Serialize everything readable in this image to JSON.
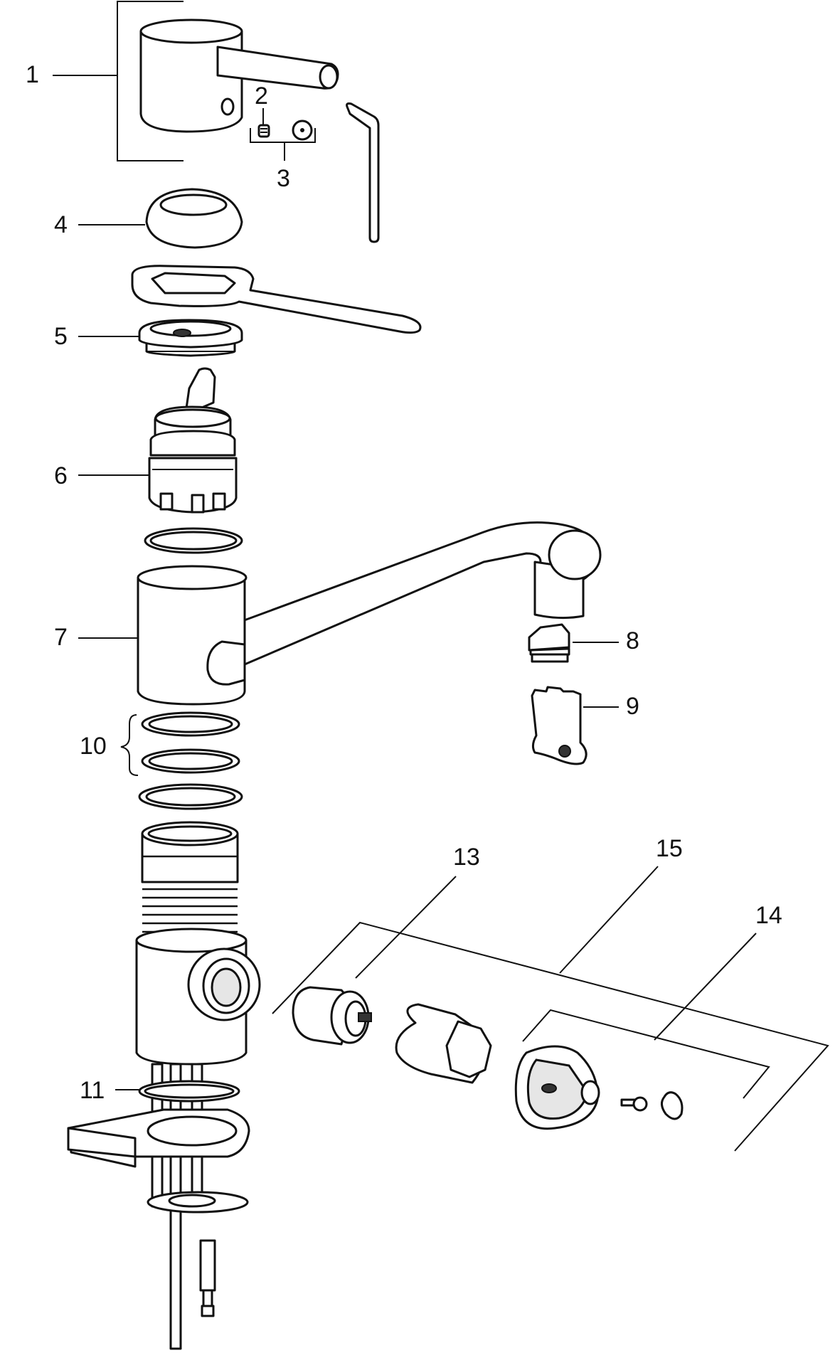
{
  "labels": {
    "p1": "1",
    "p2": "2",
    "p3": "3",
    "p4": "4",
    "p5": "5",
    "p6": "6",
    "p7": "7",
    "p8": "8",
    "p9": "9",
    "p10": "10",
    "p11": "11",
    "p13": "13",
    "p14": "14",
    "p15": "15"
  }
}
